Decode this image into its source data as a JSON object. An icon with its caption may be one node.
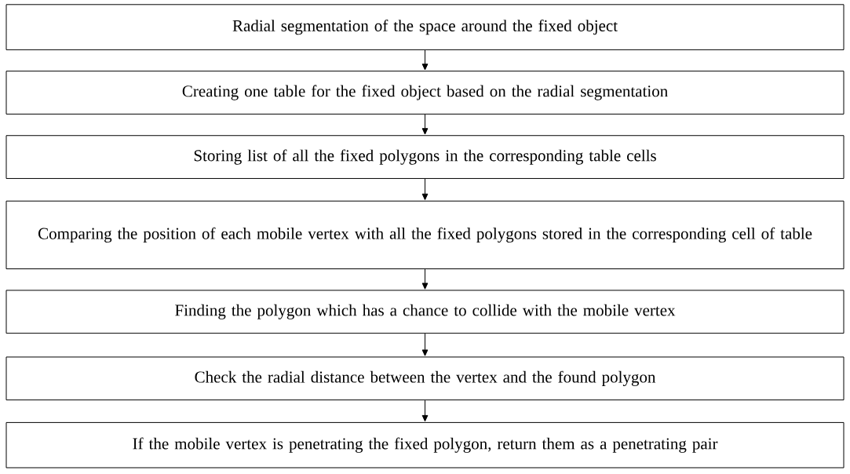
{
  "diagram": {
    "nodes": [
      {
        "text": [
          "Radial segmentation of the space around the fixed object"
        ]
      },
      {
        "text": [
          "Creating one table for the fixed object based on the radial segmentation"
        ]
      },
      {
        "text": [
          "Storing list of all the fixed polygons in the corresponding table cells"
        ]
      },
      {
        "text": [
          "Comparing the position of each mobile vertex with all the fixed polygons stored in the corresponding cell of table"
        ]
      },
      {
        "text": [
          "Finding the polygon which has a chance to collide with the mobile vertex"
        ]
      },
      {
        "text": [
          "Check the radial distance between the vertex and the found polygon"
        ]
      },
      {
        "text": [
          "If the mobile vertex is penetrating the fixed polygon, return them as a penetrating pair"
        ]
      }
    ],
    "edges": [
      {
        "from": 0,
        "to": 1,
        "arrow": "to"
      },
      {
        "from": 1,
        "to": 2,
        "arrow": "to"
      },
      {
        "from": 2,
        "to": 3,
        "arrow": "to"
      },
      {
        "from": 3,
        "to": 4,
        "arrow": "to"
      },
      {
        "from": 4,
        "to": 5,
        "arrow": "to"
      },
      {
        "from": 5,
        "to": 6,
        "arrow": "to"
      }
    ]
  }
}
